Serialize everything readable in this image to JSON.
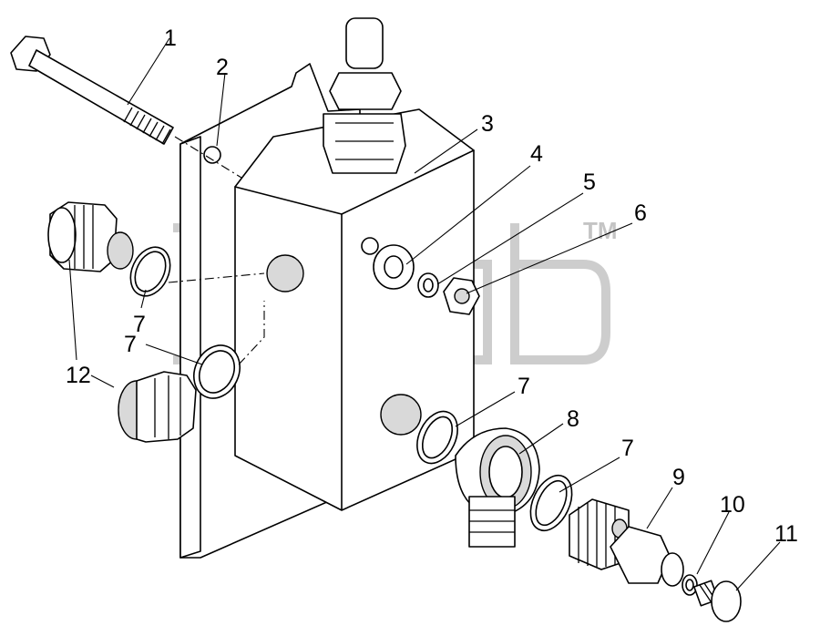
{
  "diagram": {
    "callouts": [
      "1",
      "2",
      "3",
      "4",
      "5",
      "6",
      "7",
      "12",
      "7",
      "7",
      "8",
      "7",
      "9",
      "10",
      "11"
    ],
    "watermark_mark": "TM"
  }
}
